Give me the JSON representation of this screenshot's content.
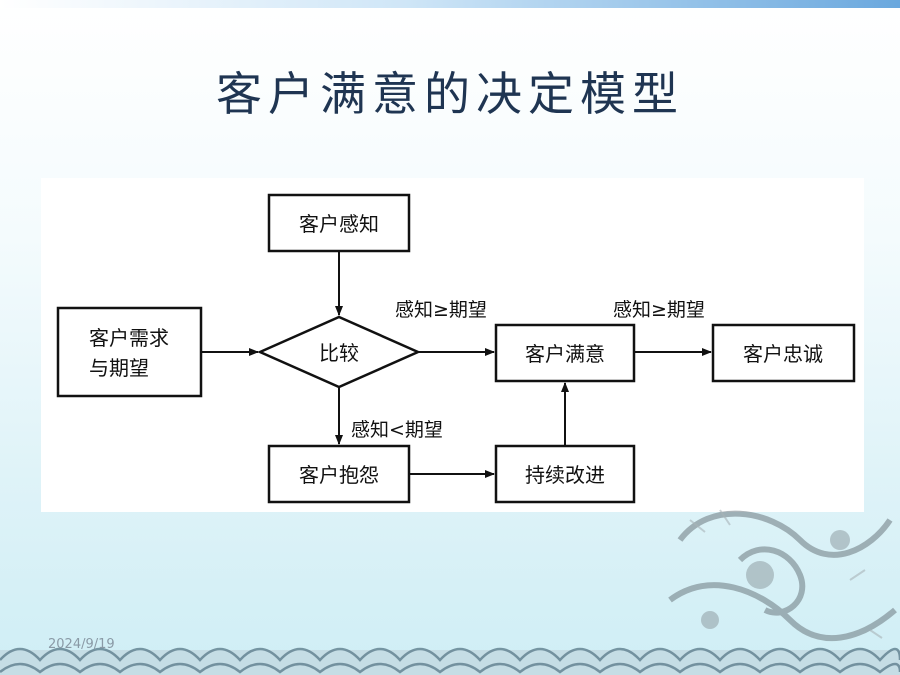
{
  "slide": {
    "title": "客户满意的决定模型",
    "date": "2024/9/19"
  },
  "diagram": {
    "nodes": {
      "customer_perception": "客户感知",
      "customer_needs_line1": "客户需求",
      "customer_needs_line2": "与期望",
      "compare": "比较",
      "customer_satisfaction": "客户满意",
      "customer_loyalty": "客户忠诚",
      "customer_complaint": "客户抱怨",
      "continuous_improvement": "持续改进"
    },
    "edges": {
      "compare_to_satisfaction": "感知≥期望",
      "satisfaction_to_loyalty": "感知≥期望",
      "compare_to_complaint": "感知<期望"
    }
  },
  "colors": {
    "title": "#1f3552",
    "accent": "#6aa8de"
  },
  "icons": [
    "dragon-decoration",
    "wave-decoration"
  ]
}
